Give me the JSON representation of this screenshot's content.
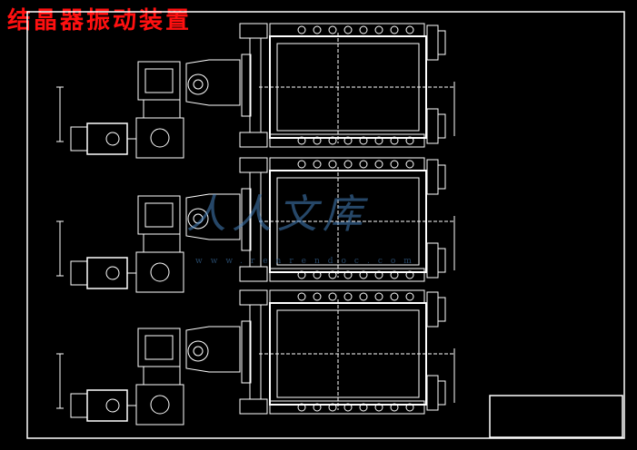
{
  "drawing": {
    "title": "结晶器振动装置",
    "title_color": "#ff1010",
    "line_color": "#ffffff",
    "background": "#000000",
    "watermark": {
      "text": "人人文库",
      "url_text": "www.renrendoc.com",
      "color": "#4682be"
    },
    "units": 3
  }
}
